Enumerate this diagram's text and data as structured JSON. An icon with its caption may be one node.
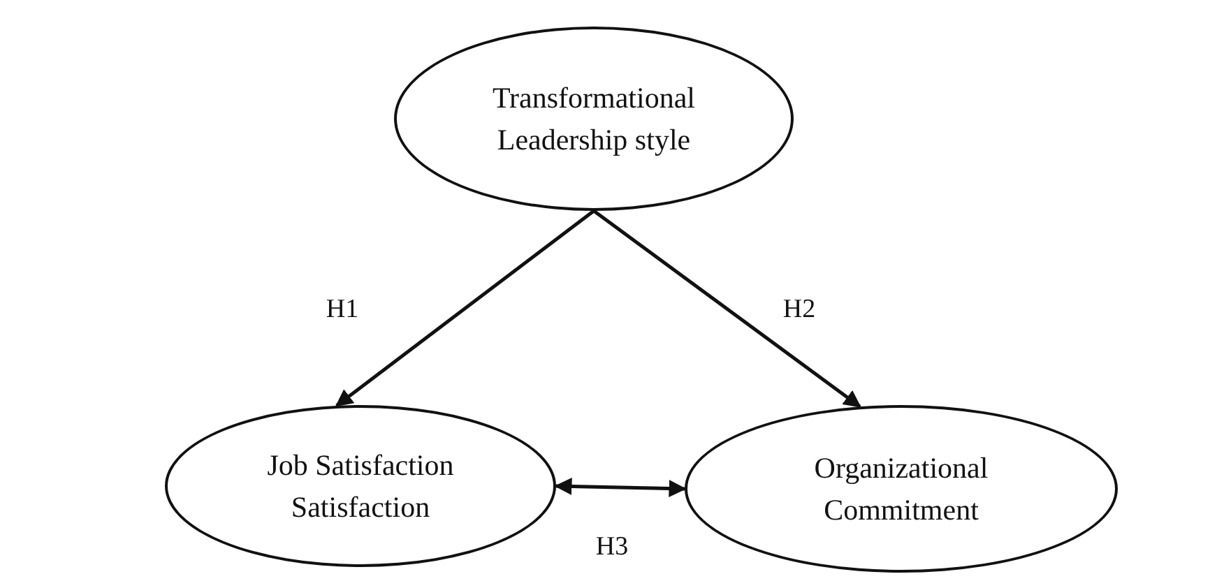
{
  "diagram": {
    "nodes": [
      {
        "text": [
          "Transformational Leadership style"
        ]
      },
      {
        "text": [
          "Job Satisfaction Satisfaction"
        ]
      },
      {
        "text": [
          "Organizational Commitment"
        ]
      }
    ],
    "edges": [
      {
        "from": 0,
        "to": 1,
        "arrow": "to",
        "label": "H1"
      },
      {
        "from": 0,
        "to": 2,
        "arrow": "to",
        "label": "H2"
      },
      {
        "from": 1,
        "to": 2,
        "arrow": "both",
        "label": "H3"
      }
    ]
  }
}
